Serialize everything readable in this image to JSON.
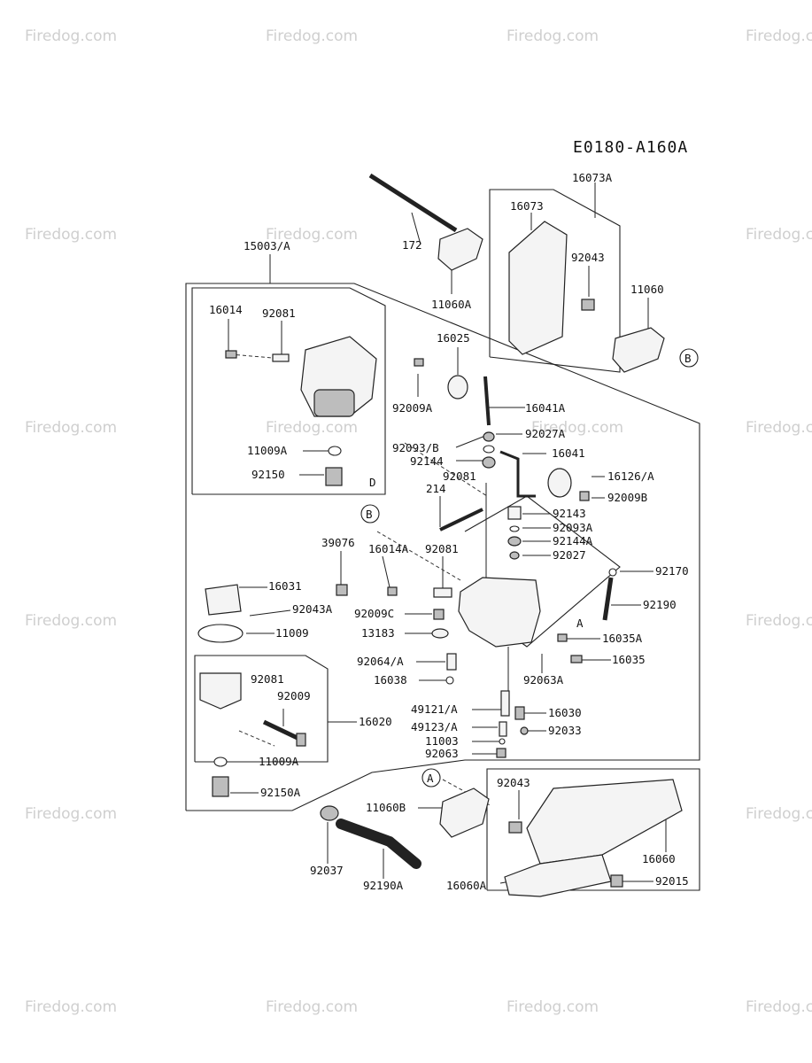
{
  "diagram_code": "E0180-A160A",
  "watermark": "Firedog.com",
  "parts": {
    "p16073A": "16073A",
    "p16073": "16073",
    "p172": "172",
    "p92043_top": "92043",
    "p11060": "11060",
    "p11060A": "11060A",
    "p15003A": "15003/A",
    "p16014": "16014",
    "p92081_a": "92081",
    "p11009A": "11009A",
    "p92150": "92150",
    "p16025": "16025",
    "p92009A": "92009A",
    "p16041A": "16041A",
    "p92093B": "92093/B",
    "p92027A": "92027A",
    "p92144": "92144",
    "p16041": "16041",
    "p214": "214",
    "p92081_b": "92081",
    "p16126A": "16126/A",
    "p92009B": "92009B",
    "p92143": "92143",
    "p92093A": "92093A",
    "p92144A": "92144A",
    "p92027": "92027",
    "p39076": "39076",
    "p16014A": "16014A",
    "p92081_c": "92081",
    "p92170": "92170",
    "p16031": "16031",
    "p92043A": "92043A",
    "p92190": "92190",
    "p92009C": "92009C",
    "p11009": "11009",
    "p13183": "13183",
    "p16035A": "16035A",
    "p16035": "16035",
    "p92064A": "92064/A",
    "p16038": "16038",
    "p92063A": "92063A",
    "p92081_d": "92081",
    "p92009": "92009",
    "p16020": "16020",
    "p49121A": "49121/A",
    "p16030": "16030",
    "p49123A": "49123/A",
    "p92033": "92033",
    "p11003": "11003",
    "p92063": "92063",
    "p11009A_b": "11009A",
    "p92150A": "92150A",
    "p92043_bot": "92043",
    "p11060B": "11060B",
    "p16060": "16060",
    "p92037": "92037",
    "p92190A": "92190A",
    "p16060A": "16060A",
    "p92015": "92015"
  },
  "markers": {
    "a1": "A",
    "a2": "A",
    "b1": "B",
    "b2": "B",
    "d": "D"
  }
}
